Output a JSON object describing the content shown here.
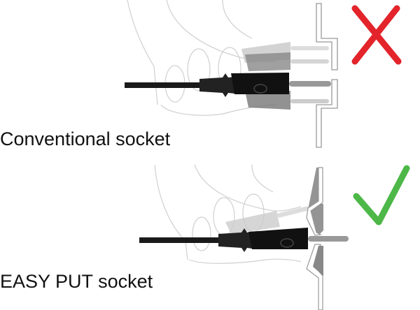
{
  "panels": [
    {
      "label": "Conventional socket",
      "verdict": "incorrect",
      "verdict_icon": "cross-icon",
      "verdict_color": "#e3242b"
    },
    {
      "label": "EASY PUT socket",
      "verdict": "correct",
      "verdict_icon": "checkmark-icon",
      "verdict_color": "#4db848"
    }
  ]
}
